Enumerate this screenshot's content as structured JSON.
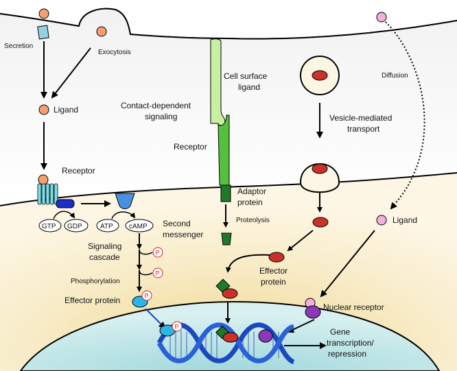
{
  "labels": {
    "secretion": "Secretion",
    "exocytosis": "Exocytosis",
    "ligand_left": "Ligand",
    "receptor_left": "Receptor",
    "gtp": "GTP",
    "gdp": "GDP",
    "atp": "ATP",
    "camp": "cAMP",
    "second_messenger_1": "Second",
    "second_messenger_2": "messenger",
    "signaling_cascade_1": "Signaling",
    "signaling_cascade_2": "cascade",
    "phosphorylation": "Phosphorylation",
    "effector_protein_left": "Effector protein",
    "phospho_mark": "P",
    "cell_surface_ligand_1": "Cell surface",
    "cell_surface_ligand_2": "ligand",
    "contact_dependent_1": "Contact-dependent",
    "contact_dependent_2": "signaling",
    "receptor_middle": "Receptor",
    "adaptor_protein_1": "Adaptor",
    "adaptor_protein_2": "protein",
    "proteolysis": "Proteolysis",
    "effector_protein_mid_1": "Effector",
    "effector_protein_mid_2": "protein",
    "vesicle_transport_1": "Vesicle-mediated",
    "vesicle_transport_2": "transport",
    "diffusion": "Diffusion",
    "ligand_right": "Ligand",
    "nuclear_receptor": "Nuclear receptor",
    "gene_transcription_1": "Gene",
    "gene_transcription_2": "transcription/",
    "gene_transcription_3": "repression"
  },
  "colors": {
    "ligand_orange": "#f5a070",
    "ligand_pink": "#f5b0e0",
    "receptor_cyan": "#7fdde8",
    "g_protein_blue": "#1a2fc8",
    "second_messenger_blue": "#3a86d8",
    "effector_red": "#c8322a",
    "green_light": "#c9f0a0",
    "green_mid": "#55c040",
    "green_dark": "#1e7a28",
    "nuclear_purple": "#8a3ab8",
    "dna_blue": "#1a48c0",
    "phospho_red": "#d02020"
  }
}
